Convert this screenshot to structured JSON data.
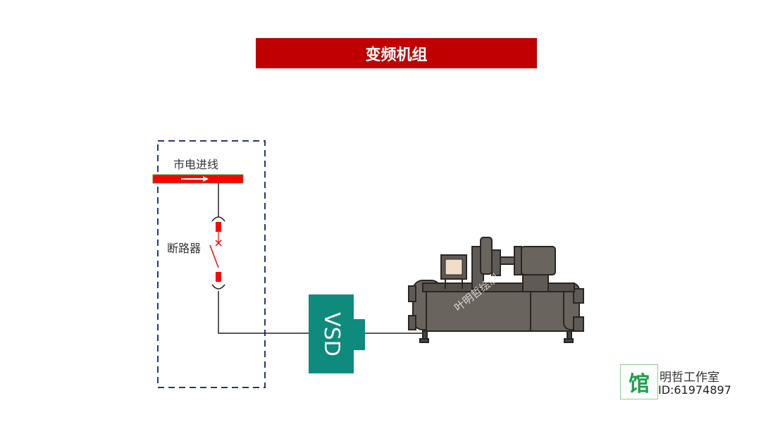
{
  "title": "变频机组",
  "labels": {
    "mains_incoming": "市电进线",
    "breaker": "断路器",
    "vsd": "VSD",
    "chiller_watermark": "叶明哲绘制"
  },
  "watermark": {
    "logo_char": "馆",
    "studio": "明哲工作室",
    "id": "ID:61974897"
  },
  "colors": {
    "title_bg": "#c00000",
    "busbar": "#ff0000",
    "vsd": "#0e8b7c",
    "boundary": "#1f3a7a",
    "chiller": "#5f5a55"
  }
}
